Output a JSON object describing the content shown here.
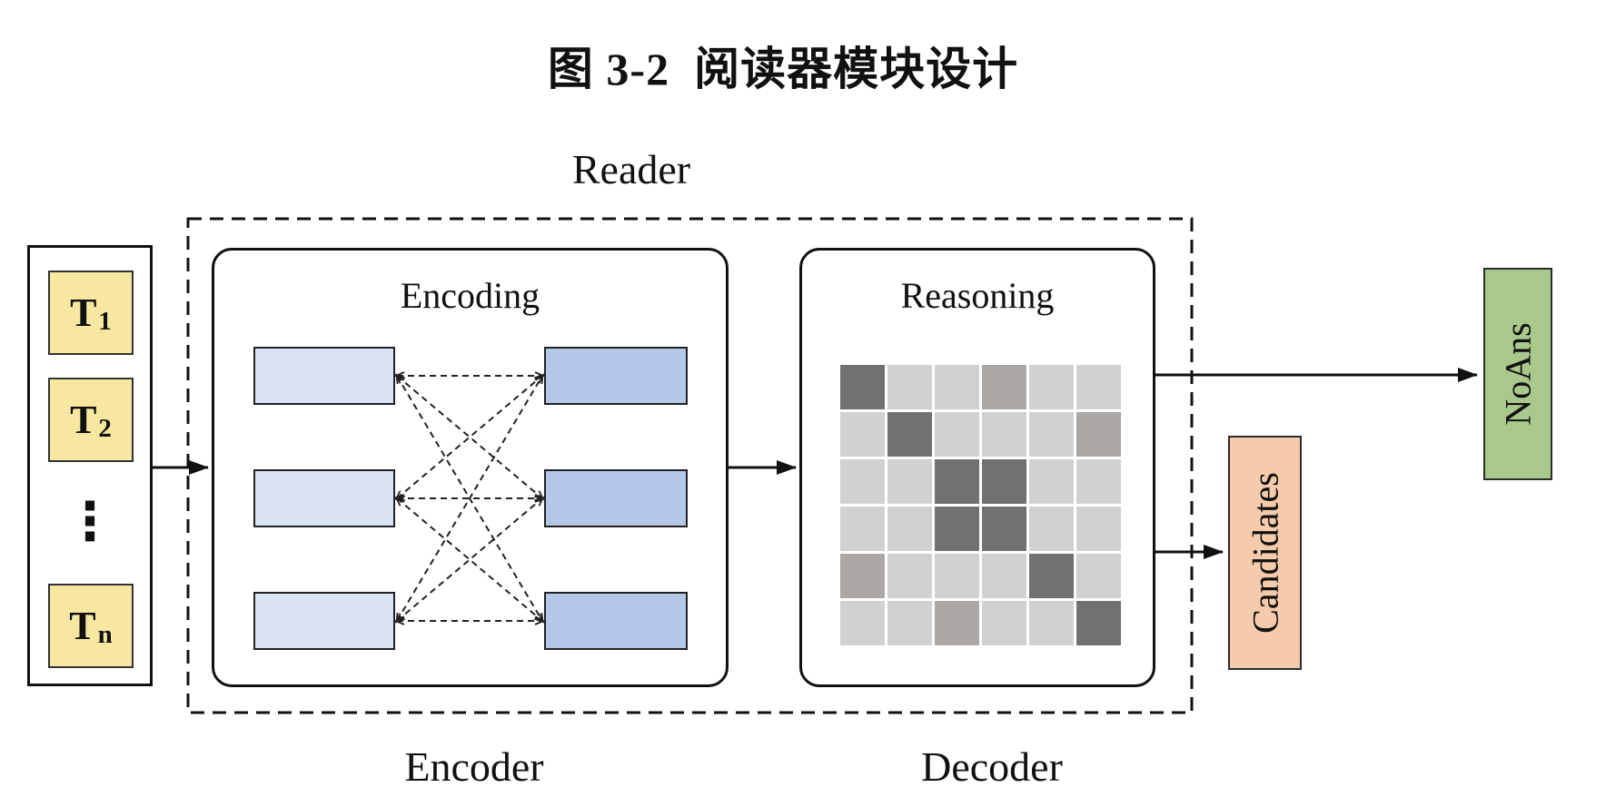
{
  "figure_title": "图 3-2  阅读器模块设计",
  "reader": {
    "label": "Reader",
    "encoder_label": "Encoder",
    "decoder_label": "Decoder"
  },
  "encoding": {
    "label": "Encoding"
  },
  "reasoning": {
    "label": "Reasoning"
  },
  "outputs": {
    "noans_label": "NoAns",
    "candidates_label": "Candidates"
  },
  "inputs": {
    "tokens": [
      {
        "base": "T",
        "sub": "1"
      },
      {
        "base": "T",
        "sub": "2"
      },
      {
        "base": "T",
        "sub": "n"
      }
    ],
    "ellipsis": "⋮"
  },
  "attention_grid": {
    "rows": 6,
    "cols": 6,
    "cells": [
      [
        "dark",
        "light",
        "light",
        "medium",
        "light",
        "light"
      ],
      [
        "light",
        "dark",
        "light",
        "light",
        "light",
        "medium"
      ],
      [
        "light",
        "light",
        "dark",
        "dark",
        "light",
        "light"
      ],
      [
        "light",
        "light",
        "dark",
        "dark",
        "light",
        "light"
      ],
      [
        "medium",
        "light",
        "light",
        "light",
        "dark",
        "light"
      ],
      [
        "light",
        "light",
        "medium",
        "light",
        "light",
        "dark"
      ]
    ]
  },
  "colors": {
    "token_fill": "#f8e7a1",
    "encoding_input_fill": "#dae3f3",
    "encoding_output_fill": "#b4c7e7",
    "noans_fill": "#a9c98c",
    "candidates_fill": "#f5cbab",
    "line": "#111111",
    "grid": {
      "light": "#d3d1d0",
      "medium": "#aba8a6",
      "dark": "#737170"
    }
  }
}
